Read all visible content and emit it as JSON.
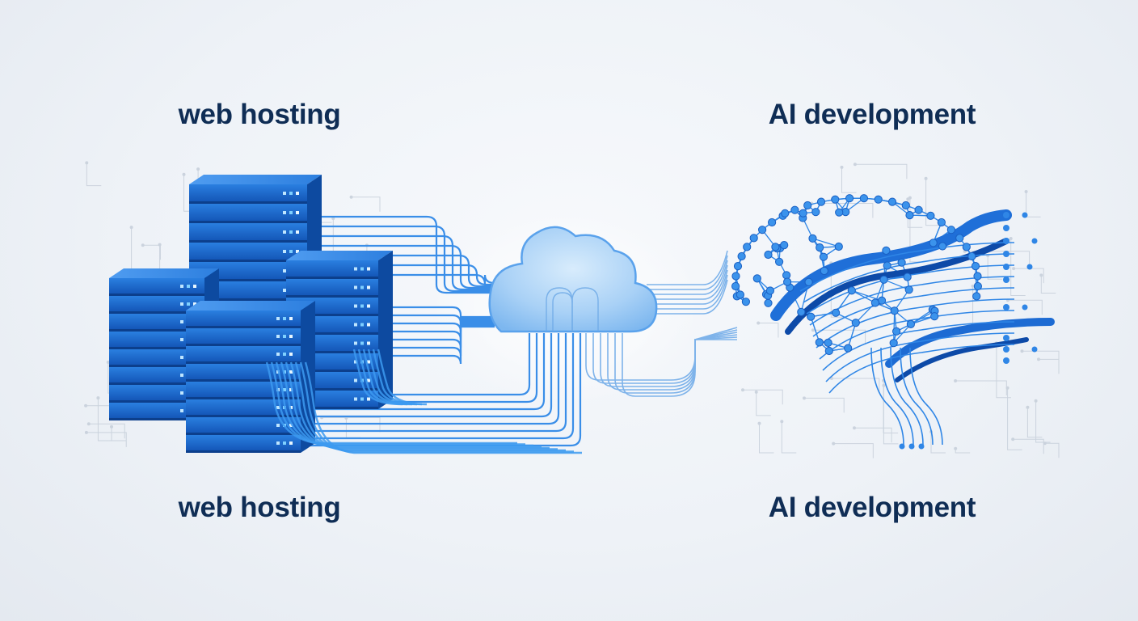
{
  "captions": {
    "top_left": "web hosting",
    "top_right": "AI development",
    "bottom_left": "web hosting",
    "bottom_right": "AI development"
  },
  "icons": {
    "left": "server-rack-icon",
    "center": "cloud-icon",
    "right": "neural-brain-icon"
  },
  "colors": {
    "text": "#0f2d55",
    "primary_blue": "#1d6fd6",
    "dark_blue": "#0e4fa8",
    "light_blue": "#4aa3f0",
    "cloud": "#9fcaf3",
    "background": "#eef2f7"
  }
}
